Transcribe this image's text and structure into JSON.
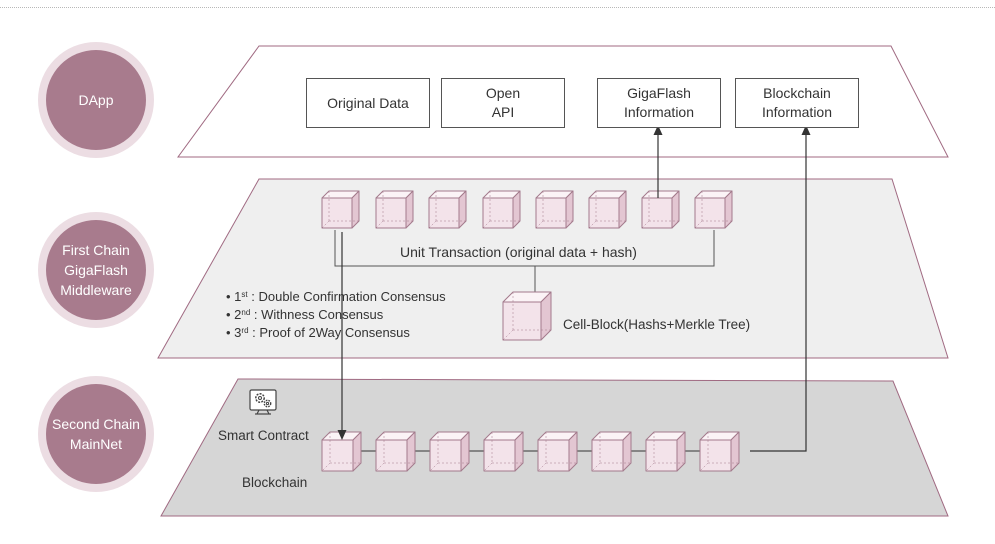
{
  "layers": {
    "dapp": {
      "circle": "DApp",
      "boxes": [
        {
          "lines": [
            "Original Data"
          ]
        },
        {
          "lines": [
            "Open",
            "API"
          ]
        },
        {
          "lines": [
            "GigaFlash",
            "Information"
          ]
        },
        {
          "lines": [
            "Blockchain",
            "Information"
          ]
        }
      ]
    },
    "first_chain": {
      "circle_lines": [
        "First Chain",
        "GigaFlash",
        "Middleware"
      ],
      "unit_transaction_label": "Unit Transaction (original data + hash)",
      "cell_block_label": "Cell-Block(Hashs+Merkle Tree)",
      "consensus": [
        {
          "num": "1",
          "sup": "st",
          "text": " : Double Confirmation Consensus"
        },
        {
          "num": "2",
          "sup": "nd",
          "text": " :  Withness Consensus"
        },
        {
          "num": "3",
          "sup": "rd",
          "text": " : Proof of 2Way Consensus"
        }
      ]
    },
    "second_chain": {
      "circle_lines": [
        "Second Chain",
        "MainNet"
      ],
      "smart_contract_label": "Smart Contract",
      "blockchain_label": "Blockchain"
    }
  },
  "colors": {
    "circle_fill": "#a87b8d",
    "circle_ring": "#ecdde3",
    "plane_border": "#a06a82",
    "middle_plane_fill": "#efefef",
    "bottom_plane_fill": "#d6d6d6",
    "cube_front": "#f3e3ea",
    "cube_top": "#fbf3f6",
    "cube_side": "#e3c6d2",
    "cube_edge": "#a37a8c"
  }
}
